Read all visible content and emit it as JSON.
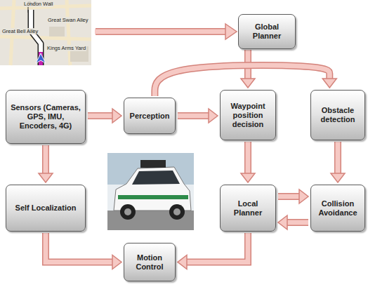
{
  "diagram": {
    "nodes": [
      {
        "text": [
          "Global Planner"
        ]
      },
      {
        "text": [
          "Sensors (Cameras, GPS, IMU, Encoders, 4G)"
        ]
      },
      {
        "text": [
          "Perception"
        ]
      },
      {
        "text": [
          "Waypoint position decision"
        ]
      },
      {
        "text": [
          "Obstacle detection"
        ]
      },
      {
        "text": [
          "Self Localization"
        ]
      },
      {
        "text": [
          "Local Planner"
        ]
      },
      {
        "text": [
          "Collision Avoidance"
        ]
      },
      {
        "text": [
          "Motion Control"
        ]
      }
    ],
    "edges": [
      {
        "from": 0,
        "to": 3,
        "arrow": "to"
      },
      {
        "from": 1,
        "to": 2,
        "arrow": "to"
      },
      {
        "from": 2,
        "to": 3,
        "arrow": "to"
      },
      {
        "from": 2,
        "to": 4,
        "arrow": "to"
      },
      {
        "from": 1,
        "to": 5,
        "arrow": "to"
      },
      {
        "from": 3,
        "to": 6,
        "arrow": "to"
      },
      {
        "from": 4,
        "to": 7,
        "arrow": "to"
      },
      {
        "from": 6,
        "to": 7,
        "arrow": "to"
      },
      {
        "from": 7,
        "to": 6,
        "arrow": "to"
      },
      {
        "from": 5,
        "to": 8,
        "arrow": "to"
      },
      {
        "from": 6,
        "to": 8,
        "arrow": "to"
      }
    ],
    "labels": [
      "London Wall",
      "Great Swan Alley",
      "Great Bell Alley",
      "Kings Arms Yard"
    ]
  }
}
